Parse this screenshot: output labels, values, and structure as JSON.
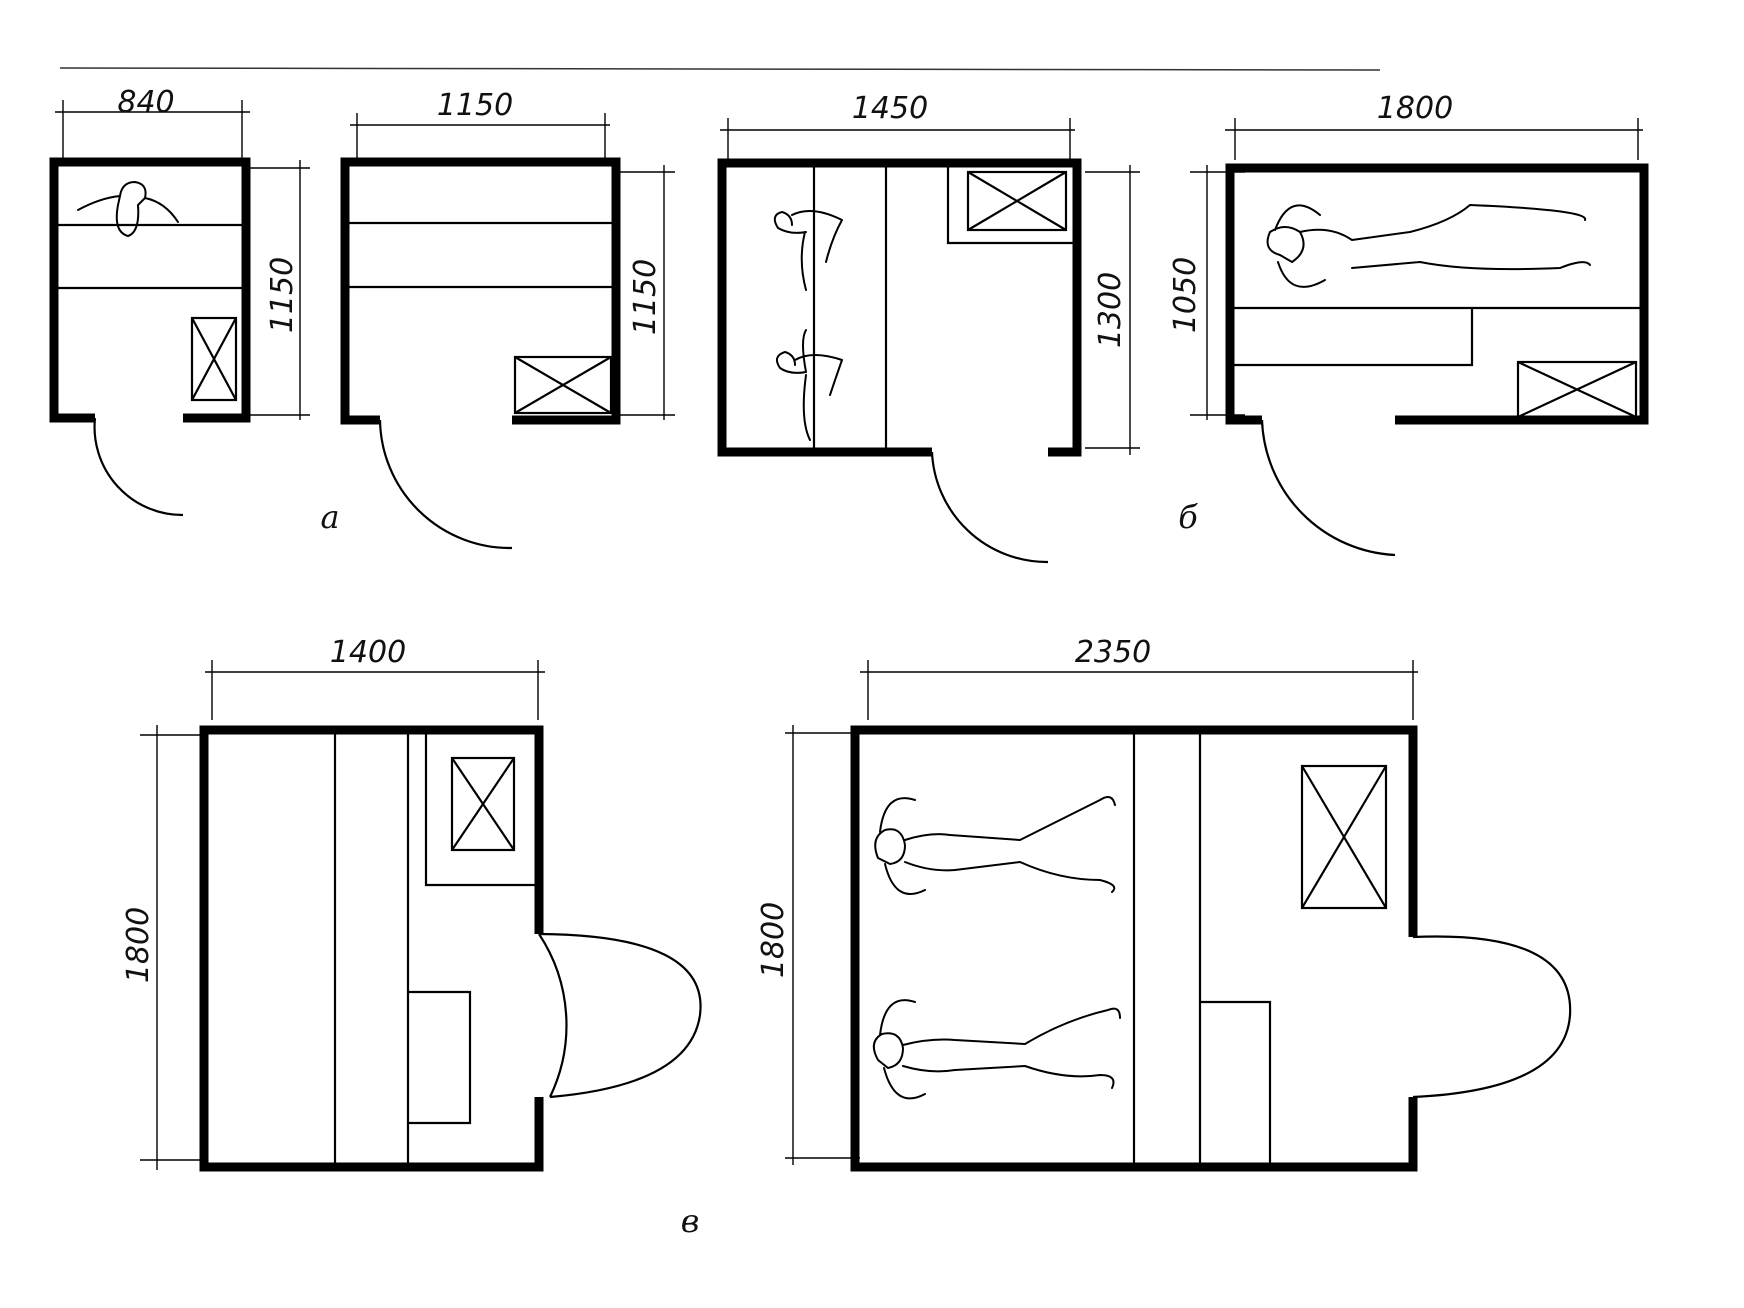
{
  "plans": {
    "a1": {
      "width_label": "840",
      "height_label": "1150"
    },
    "a2": {
      "width_label": "1150",
      "height_label": "1150"
    },
    "b1": {
      "width_label": "1450",
      "height_label": "1300"
    },
    "b2": {
      "width_label": "1800",
      "height_label": "1050"
    },
    "c1": {
      "width_label": "1400",
      "height_label": "1800"
    },
    "c2": {
      "width_label": "2350",
      "height_label": "1800"
    }
  },
  "captions": {
    "a": "а",
    "b": "б",
    "c": "в"
  },
  "colors": {
    "ink": "#000000",
    "paper": "#ffffff"
  }
}
